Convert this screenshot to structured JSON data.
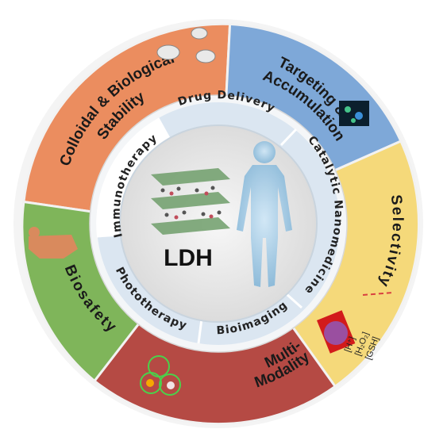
{
  "center": {
    "title": "LDH"
  },
  "outer_sectors": [
    {
      "id": "colloidal",
      "lines": [
        "Colloidal & Biological",
        "Stability"
      ],
      "color": "#eb8d5f"
    },
    {
      "id": "targeting",
      "lines": [
        "Targeting &",
        "Accumulation"
      ],
      "color": "#7ea8d8"
    },
    {
      "id": "selectivity",
      "lines": [
        "Selectivity"
      ],
      "color": "#f5d97a"
    },
    {
      "id": "multimodality",
      "lines": [
        "Multi-",
        "Modality"
      ],
      "color": "#b54a44"
    },
    {
      "id": "biosafety",
      "lines": [
        "Biosafety"
      ],
      "color": "#7fb55a"
    }
  ],
  "inner_labels": [
    {
      "id": "drug-delivery",
      "text": "Drug Delivery"
    },
    {
      "id": "catalytic",
      "text": "Catalytic Nanomedicine"
    },
    {
      "id": "bioimaging",
      "text": "Bioimaging"
    },
    {
      "id": "phototherapy",
      "text": "Phototherapy"
    },
    {
      "id": "immunotherapy",
      "text": "Immunotherapy"
    }
  ],
  "selectivity_markers": [
    "[H⁺]",
    "[H₂O₂]",
    "[GSH]"
  ],
  "colors": {
    "inner_ring_band": "#dbe6f1",
    "inner_white": "#ffffff",
    "core": "#e7e7e7",
    "ring_border": "#f2f2f2"
  }
}
